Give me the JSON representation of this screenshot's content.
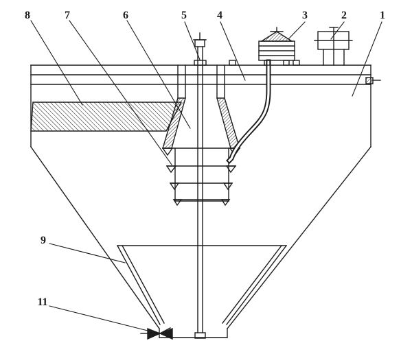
{
  "figure": {
    "type": "technical-sectional-diagram",
    "background": "#ffffff",
    "line_color": "#1c1c1c"
  },
  "callouts": [
    {
      "label": "8"
    },
    {
      "label": "7"
    },
    {
      "label": "6"
    },
    {
      "label": "5"
    },
    {
      "label": "4"
    },
    {
      "label": "3"
    },
    {
      "label": "2"
    },
    {
      "label": "1"
    },
    {
      "label": "9"
    },
    {
      "label": "11"
    }
  ]
}
